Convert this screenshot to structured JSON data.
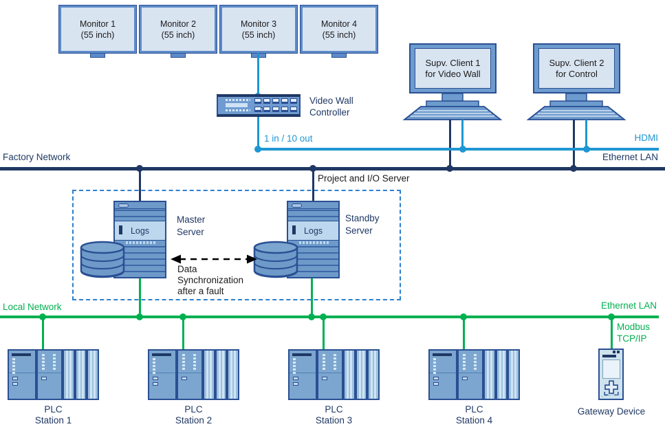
{
  "colors": {
    "navy": "#1f3864",
    "device_border": "#2a4f93",
    "device_fill": "#6e9ac9",
    "screen_fill": "#d9e4f1",
    "logs_band": "#bdd7ee",
    "hdmi_blue": "#1e96d2",
    "dashed_box_blue": "#2b7fd0",
    "network_green": "#00b050",
    "text_black": "#1a1a1a"
  },
  "monitors": [
    {
      "name": "Monitor 1",
      "size": "(55 inch)"
    },
    {
      "name": "Monitor 2",
      "size": "(55 inch)"
    },
    {
      "name": "Monitor 3",
      "size": "(55 inch)"
    },
    {
      "name": "Monitor 4",
      "size": "(55 inch)"
    }
  ],
  "video_wall_controller": {
    "label_line1": "Video Wall",
    "label_line2": "Controller",
    "io_note": "1 in / 10 out"
  },
  "supervision_clients": [
    {
      "line1": "Supv. Client 1",
      "line2": "for Video Wall"
    },
    {
      "line1": "Supv. Client 2",
      "line2": "for Control"
    }
  ],
  "factory_network": {
    "label": "Factory Network",
    "type_label": "Ethernet LAN"
  },
  "hdmi_link": {
    "label": "HDMI"
  },
  "server_group": {
    "box_label": "Project and I/O Server",
    "master": {
      "name_line1": "Master",
      "name_line2": "Server",
      "panel_label": "Logs"
    },
    "standby": {
      "name_line1": "Standby",
      "name_line2": "Server",
      "panel_label": "Logs"
    },
    "sync_line1": "Data",
    "sync_line2": "Synchronization",
    "sync_line3": "after a fault"
  },
  "local_network": {
    "label": "Local Network",
    "type_label": "Ethernet LAN",
    "protocol_line1": "Modbus",
    "protocol_line2": "TCP/IP"
  },
  "plc_stations": [
    {
      "line1": "PLC",
      "line2": "Station 1"
    },
    {
      "line1": "PLC",
      "line2": "Station 2"
    },
    {
      "line1": "PLC",
      "line2": "Station 3"
    },
    {
      "line1": "PLC",
      "line2": "Station 4"
    }
  ],
  "gateway": {
    "label": "Gateway Device"
  }
}
